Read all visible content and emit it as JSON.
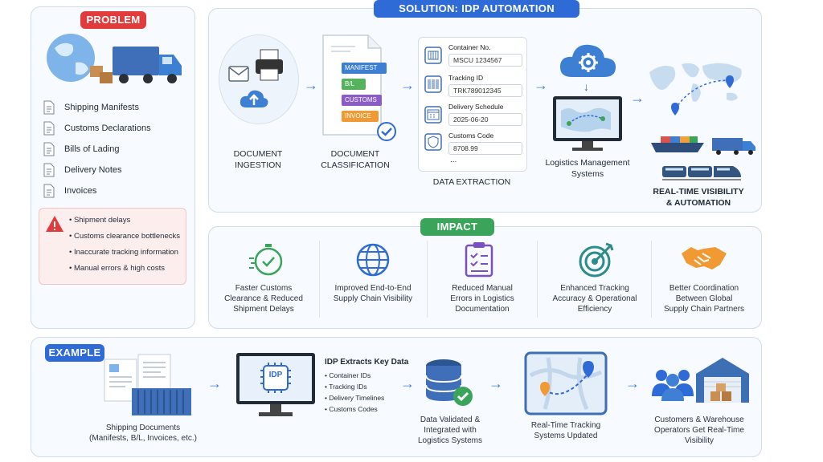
{
  "colors": {
    "problem_red": "#e23b3b",
    "solution_blue": "#2e6bd6",
    "impact_green": "#3aa55a",
    "arrow_blue": "#3f7fd6"
  },
  "problem": {
    "tag": "PROBLEM",
    "documents": [
      "Shipping Manifests",
      "Customs Declarations",
      "Bills of Lading",
      "Delivery Notes",
      "Invoices"
    ],
    "issues": [
      "Shipment delays",
      "Customs clearance bottlenecks",
      "Inaccurate tracking information",
      "Manual errors & high costs"
    ]
  },
  "solution": {
    "tag": "SOLUTION: IDP AUTOMATION",
    "ingestion_label_1": "DOCUMENT",
    "ingestion_label_2": "INGESTION",
    "classification_label_1": "DOCUMENT",
    "classification_label_2": "CLASSIFICATION",
    "chips": [
      "MANIFEST",
      "B/L",
      "CUSTOMS",
      "INVOICE"
    ],
    "fields": [
      {
        "label": "Container No.",
        "value": "MSCU 1234567"
      },
      {
        "label": "Tracking ID",
        "value": "TRK789012345"
      },
      {
        "label": "Delivery Schedule",
        "value": "2025-06-20"
      },
      {
        "label": "Customs Code",
        "value": "8708.99"
      }
    ],
    "ellipsis": "...",
    "extraction_label": "DATA EXTRACTION",
    "lms_label_1": "Logistics Management",
    "lms_label_2": "Systems",
    "visibility_label_1": "REAL-TIME VISIBILITY",
    "visibility_label_2": "& AUTOMATION"
  },
  "impact": {
    "tag": "IMPACT",
    "items": [
      {
        "l1": "Faster Customs",
        "l2": "Clearance & Reduced",
        "l3": "Shipment Delays"
      },
      {
        "l1": "Improved End-to-End",
        "l2": "Supply Chain Visibility",
        "l3": ""
      },
      {
        "l1": "Reduced Manual",
        "l2": "Errors in Logistics",
        "l3": "Documentation"
      },
      {
        "l1": "Enhanced Tracking",
        "l2": "Accuracy & Operational",
        "l3": "Efficiency"
      },
      {
        "l1": "Better Coordination",
        "l2": "Between Global",
        "l3": "Supply Chain Partners"
      }
    ]
  },
  "example": {
    "tag": "EXAMPLE",
    "shipping_l1": "Shipping Documents",
    "shipping_l2": "(Manifests, B/L, Invoices, etc.)",
    "idp_chip": "IDP",
    "idp_title": "IDP Extracts Key Data",
    "idp_points": [
      "Container IDs",
      "Tracking IDs",
      "Delivery Timelines",
      "Customs Codes"
    ],
    "validated_l1": "Data Validated &",
    "validated_l2": "Integrated with",
    "validated_l3": "Logistics Systems",
    "tracking_l1": "Real-Time Tracking",
    "tracking_l2": "Systems Updated",
    "customers_l1": "Customers & Warehouse",
    "customers_l2": "Operators Get Real-Time",
    "customers_l3": "Visibility"
  }
}
